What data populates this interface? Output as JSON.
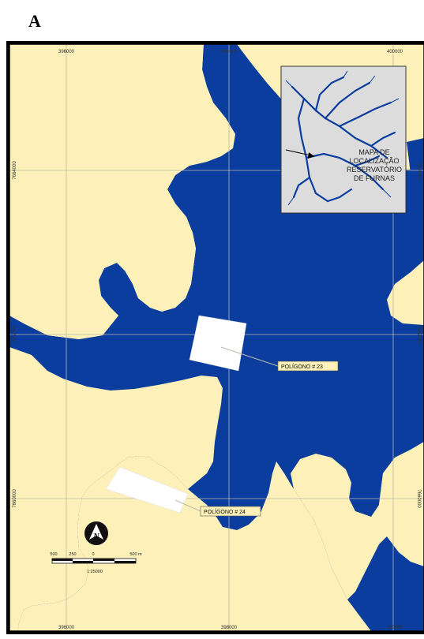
{
  "panel_label": "A",
  "grid": {
    "top_labels": [
      "396000",
      "398000",
      "400000"
    ],
    "bottom_labels": [
      "396000",
      "398000",
      "400000"
    ],
    "left_labels": [
      "7664000",
      "7662000",
      "7660000"
    ],
    "right_labels": [
      "7664000",
      "7662000",
      "7660000"
    ]
  },
  "polygons": [
    {
      "label": "POLÍGONO # 23"
    },
    {
      "label": "POLÍGONO # 24"
    }
  ],
  "inset": {
    "lines": [
      "MAPA DE",
      "LOCALIZAÇÃO",
      "RESERVATÓRIO",
      "DE FURNAS"
    ]
  },
  "scale_bar": {
    "ticks": [
      "500",
      "250",
      "0",
      "500 m"
    ],
    "ratio": "1:25000"
  },
  "north_arrow": {
    "label": "N"
  },
  "colors": {
    "water": "#0a3d9e",
    "land": "#fdf1b9",
    "grid": "#b9b9a8",
    "polygon": "#ffffff",
    "inset_bg": "#dcdcdc"
  }
}
